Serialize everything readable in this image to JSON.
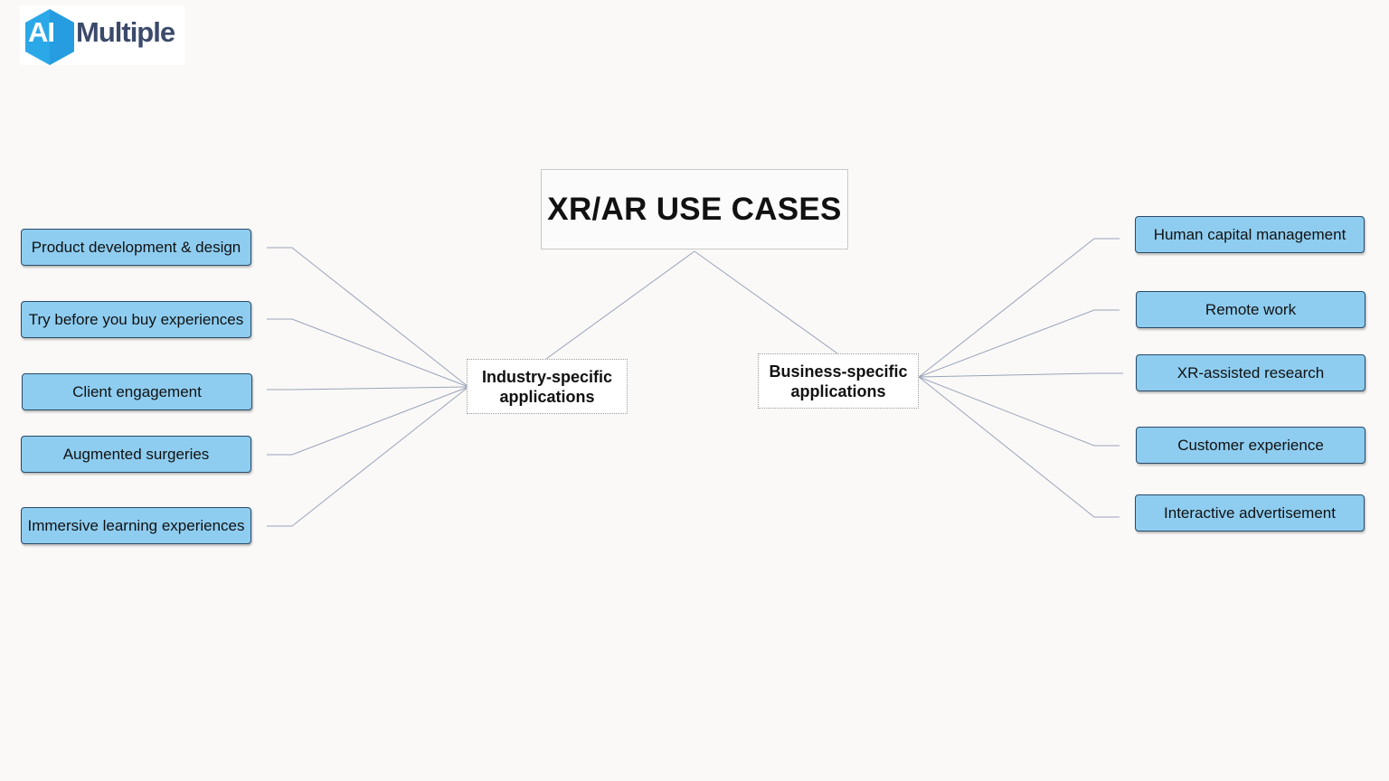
{
  "logo": {
    "ai_text": "AI",
    "word_text": "Multiple",
    "hex_color": "#2ba8e8",
    "word_color": "#3b4a6b"
  },
  "title": "XR/AR USE CASES",
  "hubs": {
    "industry": "Industry-specific\napplications",
    "business": "Business-specific\napplications"
  },
  "industry_items": [
    "Product development & design",
    "Try before you buy experiences",
    "Client engagement",
    "Augmented surgeries",
    "Immersive learning experiences"
  ],
  "business_items": [
    "Human capital management",
    "Remote work",
    "XR-assisted research",
    "Customer experience",
    "Interactive advertisement"
  ],
  "colors": {
    "leaf_fill": "#8ecdf0",
    "leaf_border": "#2b4a66",
    "connector": "#9aa4b8",
    "background": "#faf9f8"
  }
}
